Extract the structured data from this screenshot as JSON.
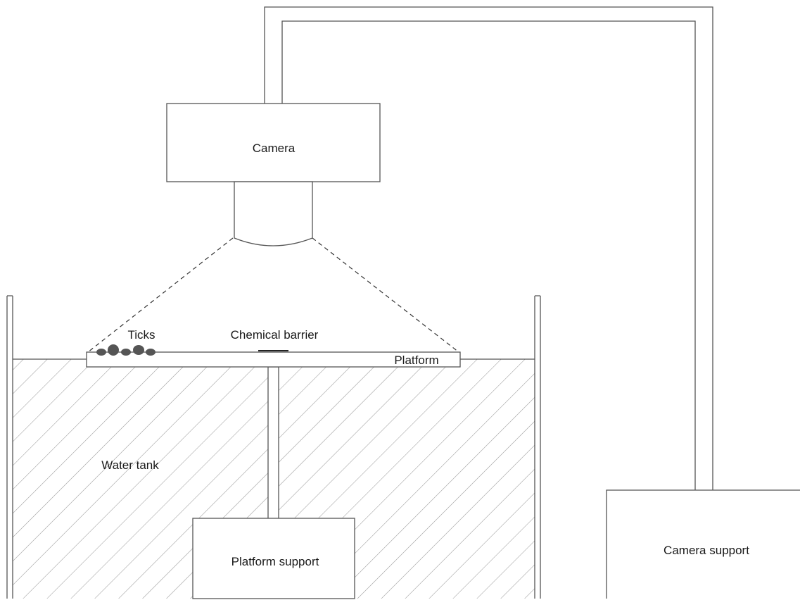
{
  "labels": {
    "camera": "Camera",
    "ticks": "Ticks",
    "chemical_barrier": "Chemical barrier",
    "platform": "Platform",
    "water_tank": "Water tank",
    "platform_support": "Platform support",
    "camera_support": "Camera support"
  },
  "colors": {
    "line": "#555555",
    "hatch": "#9a9a9a",
    "tick_fill": "#555555",
    "text": "#1a1a1a"
  }
}
